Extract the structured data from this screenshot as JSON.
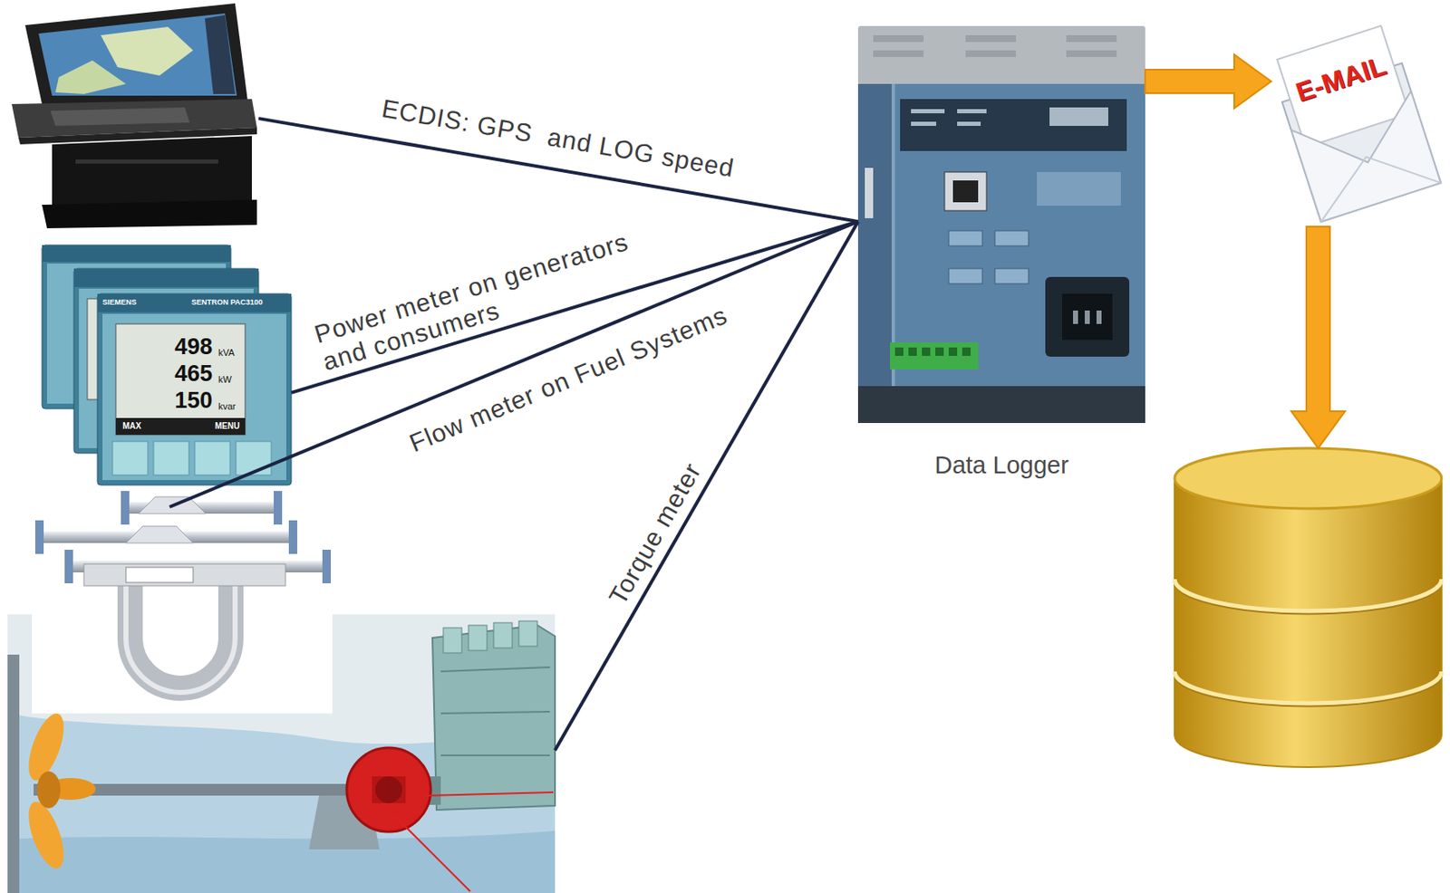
{
  "diagram": {
    "nodes": [
      {
        "text": []
      },
      {
        "text": [
          "SIEMENS",
          "SENTRON PAC3100"
        ]
      },
      {
        "text": []
      },
      {
        "text": []
      },
      {
        "text": [
          "Data Logger"
        ]
      },
      {
        "text": [
          "E-MAIL"
        ]
      },
      {
        "text": []
      }
    ],
    "edges": [
      {
        "from": 0,
        "to": 4,
        "label": "ECDIS: GPS  and LOG speed",
        "arrow": "none"
      },
      {
        "from": 1,
        "to": 4,
        "label": "Power meter on generators  and consumers",
        "arrow": "none"
      },
      {
        "from": 2,
        "to": 4,
        "label": "Flow meter on Fuel Systems",
        "arrow": "none"
      },
      {
        "from": 3,
        "to": 4,
        "label": "Torque meter",
        "arrow": "none"
      },
      {
        "from": 4,
        "to": 5,
        "arrow": "to"
      },
      {
        "from": 5,
        "to": 6,
        "arrow": "to"
      }
    ],
    "labels": [
      "498",
      "kVA",
      "465",
      "kW",
      "150",
      "kvar",
      "MAX",
      "MENU"
    ]
  }
}
